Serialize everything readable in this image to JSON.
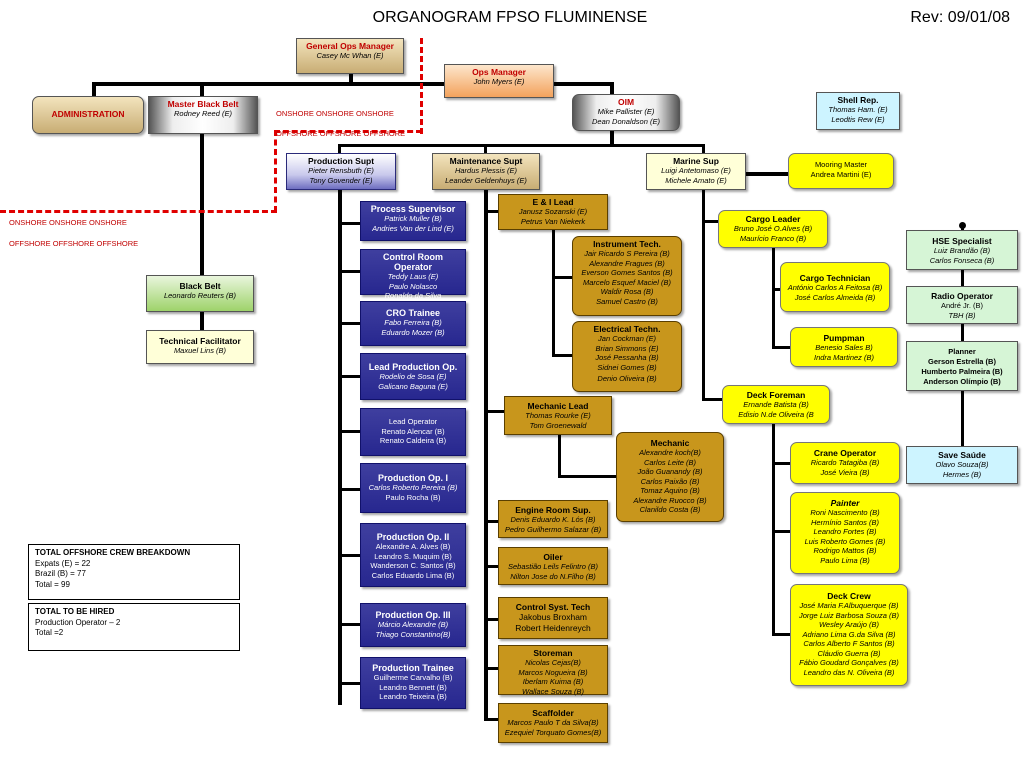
{
  "title": "ORGANOGRAM FPSO FLUMINENSE",
  "rev": "Rev: 09/01/08",
  "onshore_labels": {
    "top_row1": "ONSHORE  ONSHORE  ONSHORE",
    "top_row2": "OFFSHORE OFFSHORE OFFSHORE",
    "left_row1": "ONSHORE  ONSHORE  ONSHORE",
    "left_row2": "OFFSHORE  OFFSHORE  OFFSHORE"
  },
  "gom": {
    "title": "General Ops Manager",
    "l1": "Casey Mc Whan (E)"
  },
  "opsmgr": {
    "title": "Ops Manager",
    "l1": "John Myers (E)"
  },
  "admin": {
    "title": "ADMINISTRATION"
  },
  "mbb": {
    "title": "Master Black Belt",
    "l1": "Rodney Reed (E)"
  },
  "oim": {
    "title": "OIM",
    "l1": "Mike Pallister (E)",
    "l2": "Dean Donaldson (E)"
  },
  "shell": {
    "title": "Shell Rep.",
    "l1": "Thomas Ham. (E)",
    "l2": "Leodtis Rew (E)"
  },
  "prodsupt": {
    "title": "Production Supt",
    "l1": "Pieter Rensbuth (E)",
    "l2": "Tony Govender (E)"
  },
  "maintsupt": {
    "title": "Maintenance Supt",
    "l1": "Hardus Plessis (E)",
    "l2": "Leander Geldenhuys (E)"
  },
  "marinesup": {
    "title": "Marine Sup",
    "l1": "Luigi Antetomaso (E)",
    "l2": "Michele Amato (E)"
  },
  "mooring": {
    "title": "Mooring Master",
    "l1": "Andrea Martini (E)"
  },
  "blackbelt": {
    "title": "Black Belt",
    "l1": "Leonardo Reuters (B)"
  },
  "techfac": {
    "title": "Technical Facilitator",
    "l1": "Maxuel Lins (B)"
  },
  "crew": {
    "title": "TOTAL OFFSHORE CREW BREAKDOWN",
    "lines": [
      "Expats  (E) = 22",
      "Brazil   (B) = 77",
      "Total     = 99"
    ]
  },
  "hire": {
    "title": "TOTAL TO BE HIRED",
    "lines": [
      "Production Operator – 2",
      "Total  =2"
    ]
  },
  "prod": [
    {
      "title": "Process Supervisor",
      "lines": [
        "Patrick Muller (B)",
        "Andries Van der Lind (E)"
      ]
    },
    {
      "title": "Control Room Operator",
      "lines": [
        "Teddy Laus (E)",
        "Paulo Nolasco",
        "Ronaldo da Silva"
      ]
    },
    {
      "title": "CRO Trainee",
      "lines": [
        "Fabo Ferreira (B)",
        "Eduardo Mozer (B)"
      ]
    },
    {
      "title": "Lead Production Op.",
      "lines": [
        "Rodelio de Sosa (E)",
        "Galicano Baguna (E)"
      ]
    },
    {
      "title": "Lead Operator",
      "lines": [
        "Renato Alencar (B)",
        "Renato Caldeira (B)"
      ]
    },
    {
      "title": "Production Op.  I",
      "lines": [
        "Carlos Roberto Pereira  (B)",
        "Paulo Rocha (B)"
      ]
    },
    {
      "title": "Production Op. II",
      "lines": [
        "Alexandre A. Alves (B)",
        "Leandro S. Muquim (B)",
        "Wanderson C. Santos (B)",
        "Carlos Eduardo Lima (B)"
      ]
    },
    {
      "title": "Production Op. III",
      "lines": [
        "Márcio Alexandre (B)",
        "Thiago Constantino(B)"
      ]
    },
    {
      "title": "Production Trainee",
      "lines": [
        "Guilherme Carvalho (B)",
        "Leandro Bennett (B)",
        "Leandro Teixeira (B)"
      ]
    }
  ],
  "maint_col": [
    {
      "title": "E & I Lead",
      "lines": [
        "Janusz Sozanski (E)",
        "Petrus Van Niekerk"
      ]
    },
    {
      "title": "Mechanic Lead",
      "lines": [
        "Thomas Rourke (E)",
        "Tom Groenewald"
      ]
    },
    {
      "title": "Engine Room Sup.",
      "lines": [
        "Denis Eduardo K. Lós (B)",
        "Pedro Guilhermo Salazar (B)"
      ]
    },
    {
      "title": "Oiler",
      "lines": [
        "Sebastião Leils Felintro (B)",
        "Nilton Jose do N.Filho (B)"
      ]
    },
    {
      "title": "Control Syst. Tech",
      "lines": [
        "Jakobus Broxham",
        "Robert Heidenreych"
      ]
    },
    {
      "title": "Storeman",
      "lines": [
        "Nicolas Cejas(B)",
        "Marcos Nogueira (B)",
        "Iberlam Kuima (B)",
        "Wallace Souza (B)"
      ]
    },
    {
      "title": "Scaffolder",
      "lines": [
        "Marcos Paulo T da Silva(B)",
        "Ezequiel Torquato Gomes(B)"
      ]
    }
  ],
  "instrument": {
    "title": "Instrument Tech.",
    "lines": [
      "Jair Ricardo S Pereira (B)",
      "Alexandre Fragues (B)",
      "Everson Gomes Santos (B)",
      "Marcelo Esquef Maciel (B)",
      "Waldir Rosa (B)",
      "Samuel Castro (B)"
    ]
  },
  "electrical": {
    "title": "Electrical Techn.",
    "lines": [
      "Jan Cockman (E)",
      "Brian Simmons (E)",
      "José Pessanha  (B)",
      "Sidnei Gomes (B)",
      "Denio Oliveira (B)"
    ]
  },
  "mechanic": {
    "title": "Mechanic",
    "lines": [
      "Alexandre koch(B)",
      "Carlos Leite (B)",
      "João Guanandy (B)",
      "Carlos Paixão (B)",
      "Tomaz Aquino (B)",
      "Alexandre Ruocco (B)",
      "Clanildo Costa (B)"
    ]
  },
  "marine": {
    "cargoleader": {
      "title": "Cargo Leader",
      "lines": [
        "Bruno José O.Alves (B)",
        "Maurício Franco (B)"
      ]
    },
    "cargotech": {
      "title": "Cargo Technician",
      "lines": [
        "António Carlos A Feitosa (B)",
        "José Carlos Almeida (B)"
      ]
    },
    "pumpman": {
      "title": "Pumpman",
      "lines": [
        "Benesio Sales B)",
        "Indra Martinez (B)"
      ]
    },
    "deckforeman": {
      "title": "Deck Foreman",
      "lines": [
        "Ernande Batista (B)",
        "Edisio N.de Oliveira (B"
      ]
    },
    "crane": {
      "title": "Crane Operator",
      "lines": [
        "Ricardo Tatagiba (B)",
        "José Vieira (B)"
      ]
    },
    "painter": {
      "title": "Painter",
      "lines": [
        "Roni Nascimento (B)",
        "Hermínio Santos (B)",
        "Leandro Fortes (B)",
        "Luis Roberto Gomes (B)",
        "Rodrigo Mattos (B)",
        "Paulo Lima (B)"
      ]
    },
    "deckcrew": {
      "title": "Deck Crew",
      "lines": [
        "José Maria F.Albuquerque (B)",
        "Jorge Luiz Barbosa Souza (B)",
        "Wesley Araújo (B)",
        "Adriano Lima G.da Silva (B)",
        "Carlos Alberto F Santos (B)",
        "Cláudio Guerra (B)",
        "Fábio Goudard Gonçalves (B)",
        "Leandro das N. Oliveira (B)"
      ]
    }
  },
  "hse": {
    "title": "HSE Specialist",
    "lines": [
      "Luiz Brandão (B)",
      "Carlos Fonseca (B)"
    ]
  },
  "radio": {
    "title": "Radio Operator",
    "lines": [
      "André Jr.  (B)",
      "TBH (B)"
    ]
  },
  "planner": {
    "title": "Planner",
    "lines": [
      "Gerson Estrella (B)",
      "Humberto Palmeira (B)",
      "Anderson Olímpio (B)"
    ]
  },
  "save": {
    "title": "Save Saúde",
    "lines": [
      "Olavo Souza(B)",
      "Hermes  (B)"
    ]
  }
}
